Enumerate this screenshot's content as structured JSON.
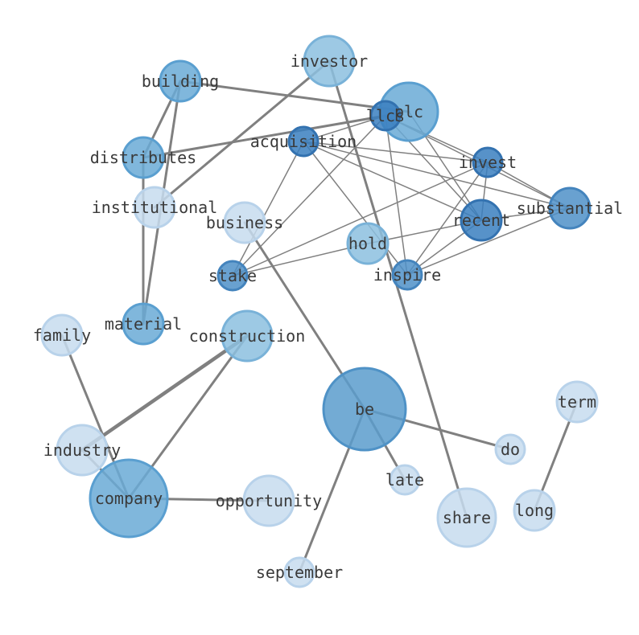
{
  "graph": {
    "nodes": [
      {
        "id": "investor",
        "label": "investor",
        "fill": "#8cbfdf",
        "stroke": "#79b2d8"
      },
      {
        "id": "building",
        "label": "building",
        "fill": "#6aaad6",
        "stroke": "#5a9fd0"
      },
      {
        "id": "plc",
        "label": "plc",
        "fill": "#6aaad6",
        "stroke": "#5a9fd0"
      },
      {
        "id": "llcs",
        "label": "llcs",
        "fill": "#3a7fc0",
        "stroke": "#3372b0"
      },
      {
        "id": "acquisition",
        "label": "acquisition",
        "fill": "#3a7fc0",
        "stroke": "#3372b0"
      },
      {
        "id": "distributes",
        "label": "distributes",
        "fill": "#6aaad6",
        "stroke": "#5a9fd0"
      },
      {
        "id": "invest",
        "label": "invest",
        "fill": "#3a7fc0",
        "stroke": "#3372b0"
      },
      {
        "id": "institutional",
        "label": "institutional",
        "fill": "#c7dcef",
        "stroke": "#b8d2ea"
      },
      {
        "id": "business",
        "label": "business",
        "fill": "#c7dcef",
        "stroke": "#b8d2ea"
      },
      {
        "id": "substantial",
        "label": "substantial",
        "fill": "#4f90c8",
        "stroke": "#4484bd"
      },
      {
        "id": "recent",
        "label": "recent",
        "fill": "#3a7fc0",
        "stroke": "#3372b0"
      },
      {
        "id": "hold",
        "label": "hold",
        "fill": "#8cbfdf",
        "stroke": "#79b2d8"
      },
      {
        "id": "stake",
        "label": "stake",
        "fill": "#4f90c8",
        "stroke": "#4484bd"
      },
      {
        "id": "inspire",
        "label": "inspire",
        "fill": "#4f90c8",
        "stroke": "#4484bd"
      },
      {
        "id": "family",
        "label": "family",
        "fill": "#c7dcef",
        "stroke": "#b8d2ea"
      },
      {
        "id": "material",
        "label": "material",
        "fill": "#6aaad6",
        "stroke": "#5a9fd0"
      },
      {
        "id": "construction",
        "label": "construction",
        "fill": "#8cbfdf",
        "stroke": "#79b2d8"
      },
      {
        "id": "be",
        "label": "be",
        "fill": "#5a9ccd",
        "stroke": "#4f92c6"
      },
      {
        "id": "term",
        "label": "term",
        "fill": "#c7dcef",
        "stroke": "#b8d2ea"
      },
      {
        "id": "industry",
        "label": "industry",
        "fill": "#c7dcef",
        "stroke": "#b8d2ea"
      },
      {
        "id": "do",
        "label": "do",
        "fill": "#c7dcef",
        "stroke": "#b8d2ea"
      },
      {
        "id": "late",
        "label": "late",
        "fill": "#c7dcef",
        "stroke": "#b8d2ea"
      },
      {
        "id": "company",
        "label": "company",
        "fill": "#6aaad6",
        "stroke": "#5a9fd0"
      },
      {
        "id": "opportunity",
        "label": "opportunity",
        "fill": "#c7dcef",
        "stroke": "#b8d2ea"
      },
      {
        "id": "share",
        "label": "share",
        "fill": "#c7dcef",
        "stroke": "#b8d2ea"
      },
      {
        "id": "long",
        "label": "long",
        "fill": "#c7dcef",
        "stroke": "#b8d2ea"
      },
      {
        "id": "september",
        "label": "september",
        "fill": "#c7dcef",
        "stroke": "#b8d2ea"
      }
    ],
    "edges": [
      {
        "source": "investor",
        "target": "share",
        "weight": 3
      },
      {
        "source": "investor",
        "target": "institutional",
        "weight": 3
      },
      {
        "source": "building",
        "target": "plc",
        "weight": 3
      },
      {
        "source": "building",
        "target": "distributes",
        "weight": 3
      },
      {
        "source": "building",
        "target": "material",
        "weight": 3
      },
      {
        "source": "distributes",
        "target": "llcs",
        "weight": 3
      },
      {
        "source": "distributes",
        "target": "material",
        "weight": 3
      },
      {
        "source": "llcs",
        "target": "acquisition",
        "weight": 1.5
      },
      {
        "source": "llcs",
        "target": "invest",
        "weight": 1.5
      },
      {
        "source": "llcs",
        "target": "recent",
        "weight": 1.5
      },
      {
        "source": "llcs",
        "target": "substantial",
        "weight": 1.5
      },
      {
        "source": "llcs",
        "target": "stake",
        "weight": 1.5
      },
      {
        "source": "llcs",
        "target": "inspire",
        "weight": 1.5
      },
      {
        "source": "plc",
        "target": "recent",
        "weight": 1.5
      },
      {
        "source": "acquisition",
        "target": "invest",
        "weight": 1.5
      },
      {
        "source": "acquisition",
        "target": "substantial",
        "weight": 1.5
      },
      {
        "source": "acquisition",
        "target": "recent",
        "weight": 1.5
      },
      {
        "source": "acquisition",
        "target": "stake",
        "weight": 1.5
      },
      {
        "source": "acquisition",
        "target": "inspire",
        "weight": 1.5
      },
      {
        "source": "invest",
        "target": "substantial",
        "weight": 1.5
      },
      {
        "source": "invest",
        "target": "recent",
        "weight": 1.5
      },
      {
        "source": "invest",
        "target": "stake",
        "weight": 1.5
      },
      {
        "source": "invest",
        "target": "inspire",
        "weight": 1.5
      },
      {
        "source": "recent",
        "target": "hold",
        "weight": 1.5
      },
      {
        "source": "recent",
        "target": "inspire",
        "weight": 1.5
      },
      {
        "source": "substantial",
        "target": "inspire",
        "weight": 1.5
      },
      {
        "source": "substantial",
        "target": "recent",
        "weight": 1.5
      },
      {
        "source": "hold",
        "target": "stake",
        "weight": 1.5
      },
      {
        "source": "business",
        "target": "be",
        "weight": 3
      },
      {
        "source": "family",
        "target": "company",
        "weight": 3
      },
      {
        "source": "construction",
        "target": "industry",
        "weight": 4.5
      },
      {
        "source": "construction",
        "target": "company",
        "weight": 3
      },
      {
        "source": "industry",
        "target": "company",
        "weight": 3
      },
      {
        "source": "company",
        "target": "opportunity",
        "weight": 3
      },
      {
        "source": "be",
        "target": "do",
        "weight": 3
      },
      {
        "source": "be",
        "target": "late",
        "weight": 3
      },
      {
        "source": "be",
        "target": "september",
        "weight": 3
      },
      {
        "source": "term",
        "target": "long",
        "weight": 3
      }
    ]
  }
}
